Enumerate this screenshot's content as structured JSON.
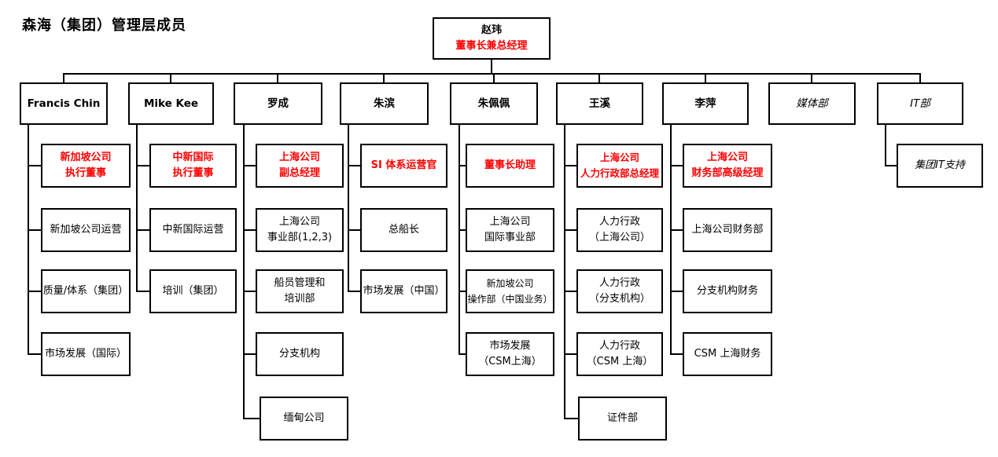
{
  "title": "森海（集团）管理层成员",
  "colors": {
    "accent_red": "#ff0000",
    "line": "#000000",
    "background": "#ffffff"
  },
  "root": {
    "name": "赵玮",
    "title": "董事长兼总经理"
  },
  "branches": [
    {
      "head": "Francis Chin",
      "children": [
        {
          "lines": [
            "新加坡公司",
            "执行董事"
          ],
          "red": true
        },
        {
          "lines": [
            "新加坡公司运营"
          ],
          "red": false
        },
        {
          "lines": [
            "质量/体系（集团）"
          ],
          "red": false
        },
        {
          "lines": [
            "市场发展（国际）"
          ],
          "red": false
        }
      ]
    },
    {
      "head": "Mike Kee",
      "children": [
        {
          "lines": [
            "中新国际",
            "执行董事"
          ],
          "red": true
        },
        {
          "lines": [
            "中新国际运营"
          ],
          "red": false
        },
        {
          "lines": [
            "培训（集团）"
          ],
          "red": false
        }
      ]
    },
    {
      "head": "罗成",
      "children": [
        {
          "lines": [
            "上海公司",
            "副总经理"
          ],
          "red": true
        },
        {
          "lines": [
            "上海公司",
            "事业部(1,2,3)"
          ],
          "red": false
        },
        {
          "lines": [
            "船员管理和",
            "培训部"
          ],
          "red": false
        },
        {
          "lines": [
            "分支机构"
          ],
          "red": false
        },
        {
          "lines": [
            "缅甸公司"
          ],
          "red": false
        }
      ]
    },
    {
      "head": "朱滨",
      "children": [
        {
          "lines": [
            "SI 体系运营官"
          ],
          "red": true
        },
        {
          "lines": [
            "总船长"
          ],
          "red": false
        },
        {
          "lines": [
            "市场发展（中国）"
          ],
          "red": false
        }
      ]
    },
    {
      "head": "朱佩佩",
      "children": [
        {
          "lines": [
            "董事长助理"
          ],
          "red": true
        },
        {
          "lines": [
            "上海公司",
            "国际事业部"
          ],
          "red": false
        },
        {
          "lines": [
            "新加坡公司",
            "操作部（中国业务）"
          ],
          "red": false
        },
        {
          "lines": [
            "市场发展",
            "（CSM上海）"
          ],
          "red": false
        }
      ]
    },
    {
      "head": "王溪",
      "children": [
        {
          "lines": [
            "上海公司",
            "人力行政部总经理"
          ],
          "red": true
        },
        {
          "lines": [
            "人力行政",
            "（上海公司）"
          ],
          "red": false
        },
        {
          "lines": [
            "人力行政",
            "（分支机构）"
          ],
          "red": false
        },
        {
          "lines": [
            "人力行政",
            "（CSM 上海）"
          ],
          "red": false
        },
        {
          "lines": [
            "证件部"
          ],
          "red": false
        }
      ]
    },
    {
      "head": "李萍",
      "children": [
        {
          "lines": [
            "上海公司",
            "财务部高级经理"
          ],
          "red": true
        },
        {
          "lines": [
            "上海公司财务部"
          ],
          "red": false
        },
        {
          "lines": [
            "分支机构财务"
          ],
          "red": false
        },
        {
          "lines": [
            "CSM 上海财务"
          ],
          "red": false
        }
      ]
    },
    {
      "head": "媒体部",
      "children": []
    },
    {
      "head": "IT部",
      "children": [
        {
          "lines": [
            "集团IT支持"
          ],
          "red": false
        }
      ]
    }
  ]
}
